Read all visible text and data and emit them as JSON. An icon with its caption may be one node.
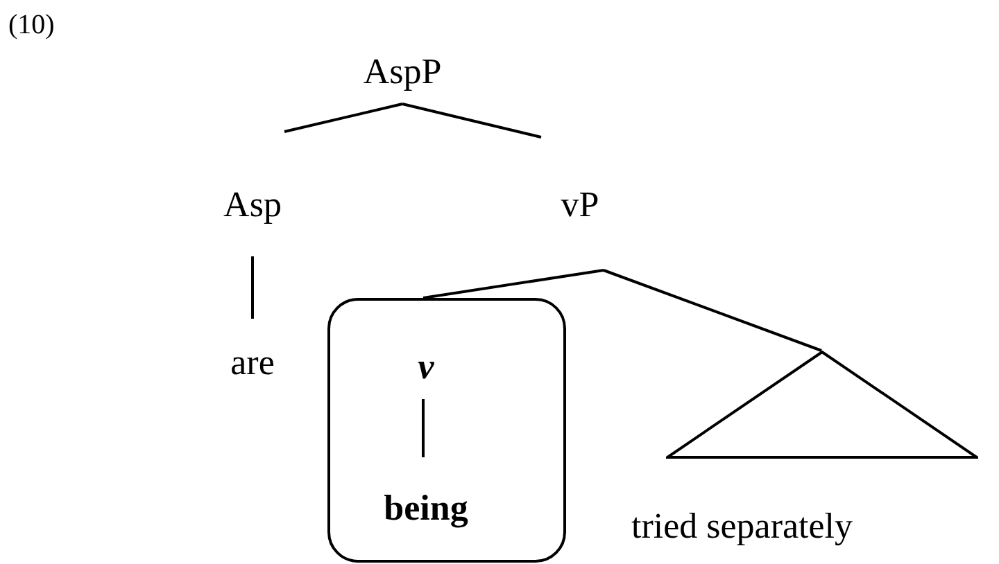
{
  "diagram": {
    "nodes": [
      {
        "text": [
          "AspP"
        ]
      },
      {
        "text": [
          "Asp"
        ]
      },
      {
        "text": [
          "vP"
        ]
      },
      {
        "text": [
          "are"
        ]
      },
      {
        "text": [],
        "shape": "box"
      },
      {
        "text": [
          "v"
        ],
        "in": 4
      },
      {
        "text": [
          "being"
        ],
        "in": 4
      },
      {
        "text": [],
        "shape": "triangle",
        "beside": [
          "tried separately"
        ]
      }
    ],
    "edges": [
      {
        "from": 0,
        "to": 1,
        "arrow": "none"
      },
      {
        "from": 0,
        "to": 2,
        "arrow": "none"
      },
      {
        "from": 1,
        "to": 3,
        "arrow": "none"
      },
      {
        "from": 2,
        "to": 4,
        "arrow": "none"
      },
      {
        "from": 2,
        "to": 7,
        "arrow": "none"
      },
      {
        "from": 5,
        "to": 6,
        "arrow": "none"
      }
    ],
    "labels": [
      "(10)"
    ]
  }
}
